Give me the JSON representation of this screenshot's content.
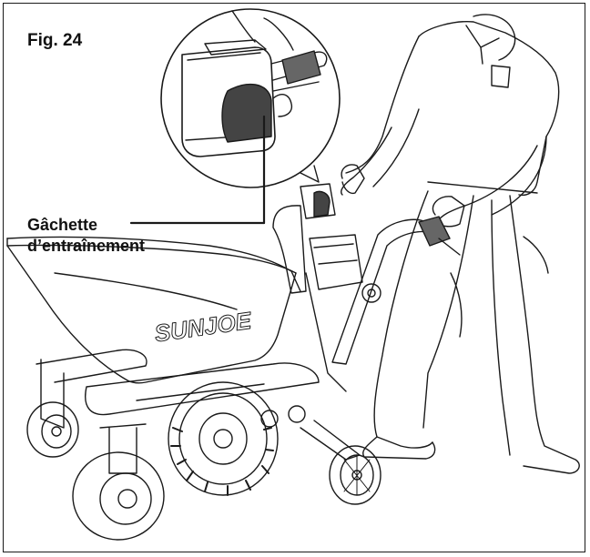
{
  "figure": {
    "label": "Fig. 24",
    "callout_line1": "Gâchette",
    "callout_line2": "d’entraînement",
    "brand": "SUNJOE"
  },
  "colors": {
    "ink": "#1a1a1a",
    "paper": "#ffffff",
    "tire_gray": "#555555"
  }
}
